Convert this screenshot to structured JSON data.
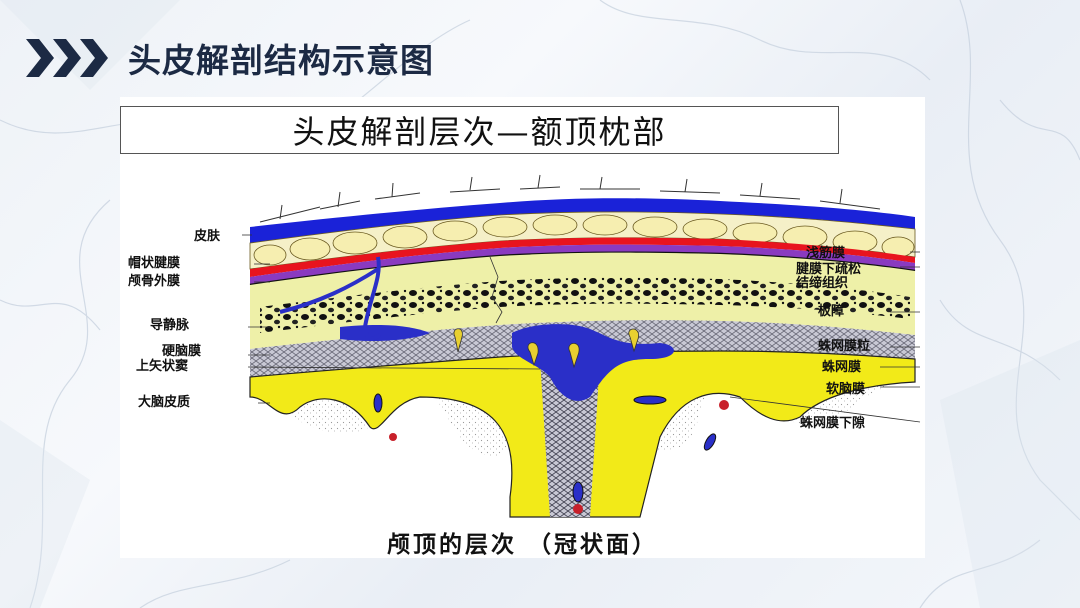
{
  "slide": {
    "title": "头皮解剖结构示意图",
    "header_icon": "triple-chevron-right-icon",
    "accent_color": "#1c2a44",
    "background_color": "#eef2f7"
  },
  "figure": {
    "box_title": "头皮解剖层次—额顶枕部",
    "caption": "颅顶的层次 （冠状面）",
    "left_labels": [
      {
        "id": "skin",
        "text": "皮肤"
      },
      {
        "id": "galea",
        "text": "帽状腱膜"
      },
      {
        "id": "pericranium",
        "text": "颅骨外膜"
      },
      {
        "id": "emissary-vein",
        "text": "导静脉"
      },
      {
        "id": "dura",
        "text": "硬脑膜"
      },
      {
        "id": "superior-sagittal-sinus",
        "text": "上矢状窦"
      },
      {
        "id": "cerebral-cortex",
        "text": "大脑皮质"
      }
    ],
    "right_labels": [
      {
        "id": "superficial-fascia",
        "text": "浅筋膜"
      },
      {
        "id": "subaponeurotic-tissue-1",
        "text": "腱膜下疏松"
      },
      {
        "id": "subaponeurotic-tissue-2",
        "text": "结缔组织"
      },
      {
        "id": "diploe",
        "text": "板障"
      },
      {
        "id": "arachnoid-granulation",
        "text": "蛛网膜粒"
      },
      {
        "id": "arachnoid",
        "text": "蛛网膜"
      },
      {
        "id": "pia-mater",
        "text": "软脑膜"
      },
      {
        "id": "subarachnoid-space",
        "text": "蛛网膜下隙"
      }
    ],
    "colors": {
      "skin": "#1a22d8",
      "fat": "#f6f0b0",
      "galea": "#e8141e",
      "pericranium": "#7a3ab8",
      "bone": "#eef0a8",
      "dura": "#8a8a98",
      "csf": "#f2ea18",
      "sinus": "#2a2fc8",
      "cortex_dots": "#9a9a9a"
    }
  }
}
